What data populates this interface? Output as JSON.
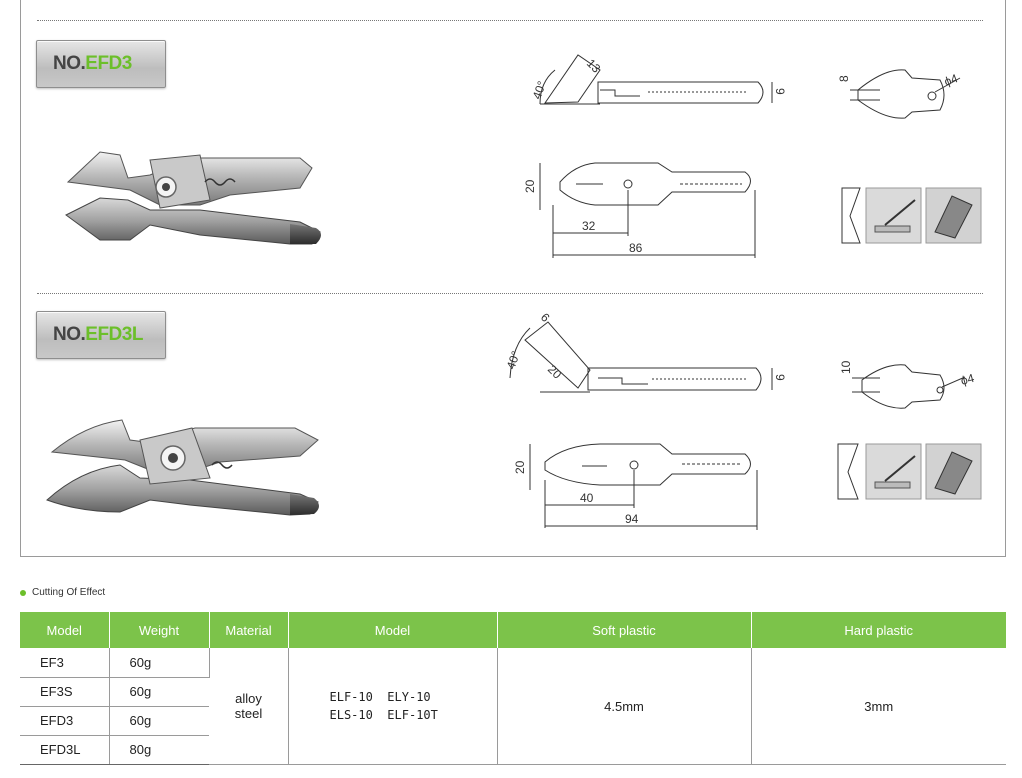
{
  "products": [
    {
      "badge_prefix": "NO.",
      "badge_code": "EFD3",
      "dims": {
        "angle": "40°",
        "blade_tip": "13",
        "thickness": "9",
        "head": "8",
        "hole": "ϕ4",
        "height": "20",
        "short_len": "32",
        "total_len": "86"
      }
    },
    {
      "badge_prefix": "NO.",
      "badge_code": "EFD3L",
      "dims": {
        "angle": "40°",
        "blade_tip": "6",
        "blade_len": "20",
        "thickness": "9",
        "head": "10",
        "hole": "ϕ4",
        "height": "20",
        "short_len": "40",
        "total_len": "94"
      }
    }
  ],
  "section_label": "Cutting Of Effect",
  "table": {
    "headers": [
      "Model",
      "Weight",
      "Material",
      "Model",
      "Soft plastic",
      "Hard plastic"
    ],
    "rows": [
      {
        "model": "EF3",
        "weight": "60g"
      },
      {
        "model": "EF3S",
        "weight": "60g"
      },
      {
        "model": "EFD3",
        "weight": "60g"
      },
      {
        "model": "EFD3L",
        "weight": "80g"
      }
    ],
    "material_line1": "alloy",
    "material_line2": "steel",
    "compat_line1": "ELF-10  ELY-10",
    "compat_line2": "ELS-10  ELF-10T",
    "soft": "4.5mm",
    "hard": "3mm"
  },
  "colors": {
    "accent": "#7cc34a",
    "badge_code": "#6cbf2a"
  }
}
